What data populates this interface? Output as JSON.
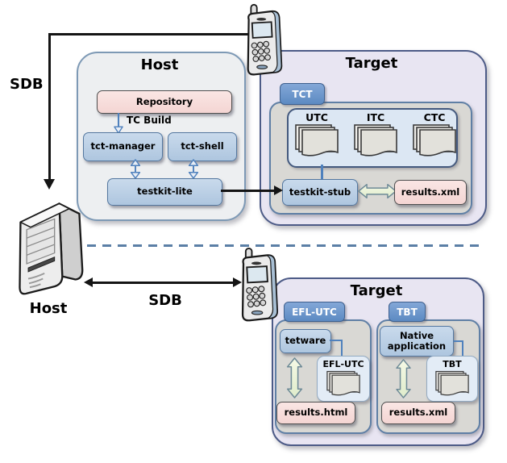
{
  "colors": {
    "accent_blue": "#4f81bd",
    "node_blue_fill": "#b9cde5",
    "node_pink_fill": "#f8dedd",
    "tab_blue": "#5c8ac2",
    "lavender_panel": "#e8e5f2",
    "gray_panel": "#d9d8d4",
    "light_blue_panel": "#dce7f3",
    "green_arrow_fill": "#e9f1d8",
    "dashed_divider_blue": "#5b7fa6",
    "line_black": "#141414"
  },
  "icons": {
    "phone_top": "mobile-phone-icon",
    "phone_bottom": "mobile-phone-icon",
    "server": "server-tower-icon",
    "doc_stack": "document-stack-icon",
    "green_double_arrow": "double-headed-block-arrow",
    "blue_double_arrow": "double-headed-thin-arrow"
  },
  "connections": {
    "sdb_top_label": "SDB",
    "sdb_bottom_label": "SDB",
    "server_label": "Host",
    "tc_build_label": "TC Build"
  },
  "host_panel": {
    "title": "Host",
    "repository_label": "Repository",
    "tct_manager_label": "tct-manager",
    "tct_shell_label": "tct-shell",
    "testkit_lite_label": "testkit-lite"
  },
  "target_top_panel": {
    "title": "Target",
    "tab_label": "TCT",
    "stacks": [
      "UTC",
      "ITC",
      "CTC"
    ],
    "testkit_stub_label": "testkit-stub",
    "results_label": "results.xml"
  },
  "target_bottom_panel": {
    "title": "Target",
    "efl_section": {
      "tab_label": "EFL-UTC",
      "component_label": "tetware",
      "stack_label": "EFL-UTC",
      "results_label": "results.html"
    },
    "tbt_section": {
      "tab_label": "TBT",
      "component_label": "Native application",
      "stack_label": "TBT",
      "results_label": "results.xml"
    }
  }
}
